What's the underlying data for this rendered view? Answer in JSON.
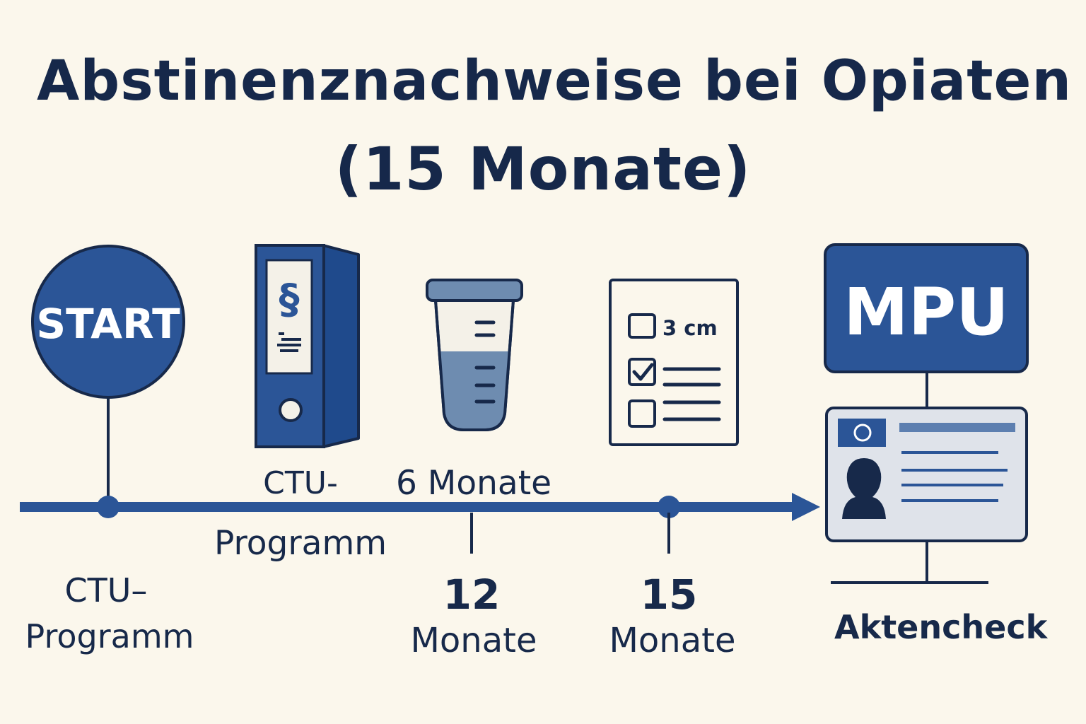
{
  "title": {
    "line1": "Abstinenznachweise bei Opiaten",
    "line2": "(15 Monate)"
  },
  "start_badge": {
    "label": "START"
  },
  "binder": {
    "symbol": "§"
  },
  "checklist": {
    "first_item_text": "3 cm"
  },
  "mpu": {
    "label": "MPU"
  },
  "labels": {
    "ctu_upper_line1": "CTU-",
    "ctu_upper_line2": "Programm",
    "six_months": "6 Monate",
    "ctu_lower_line1": "CTU–",
    "ctu_lower_line2": "Programm",
    "m12_num": "12",
    "m12_unit": "Monate",
    "m15_num": "15",
    "m15_unit": "Monate",
    "aktencheck": "Aktencheck"
  },
  "colors": {
    "background": "#fbf7ec",
    "primary_blue": "#2b5597",
    "dark_navy": "#17294a",
    "card_bg": "#dfe3ea"
  }
}
